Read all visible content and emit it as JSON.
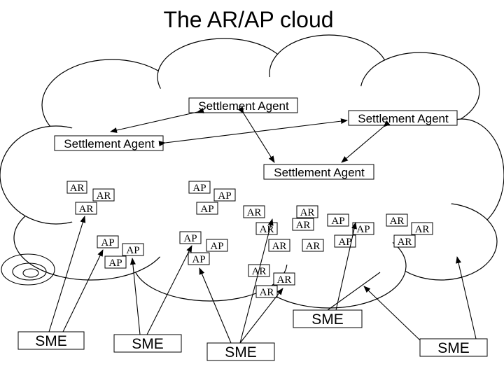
{
  "title": "The AR/AP cloud",
  "settlement_agents": [
    "Settlement Agent",
    "Settlement Agent",
    "Settlement Agent",
    "Settlement Agent"
  ],
  "nodes": [
    "AR",
    "AR",
    "AR",
    "AP",
    "AP",
    "AP",
    "AP",
    "AP",
    "AP",
    "AP",
    "AP",
    "AP",
    "AR",
    "AR",
    "AR",
    "AR",
    "AR",
    "AR",
    "AP",
    "AP",
    "AP",
    "AR",
    "AR",
    "AR",
    "AR",
    "AR",
    "AR"
  ],
  "smes": [
    "SME",
    "SME",
    "SME",
    "SME",
    "SME"
  ]
}
